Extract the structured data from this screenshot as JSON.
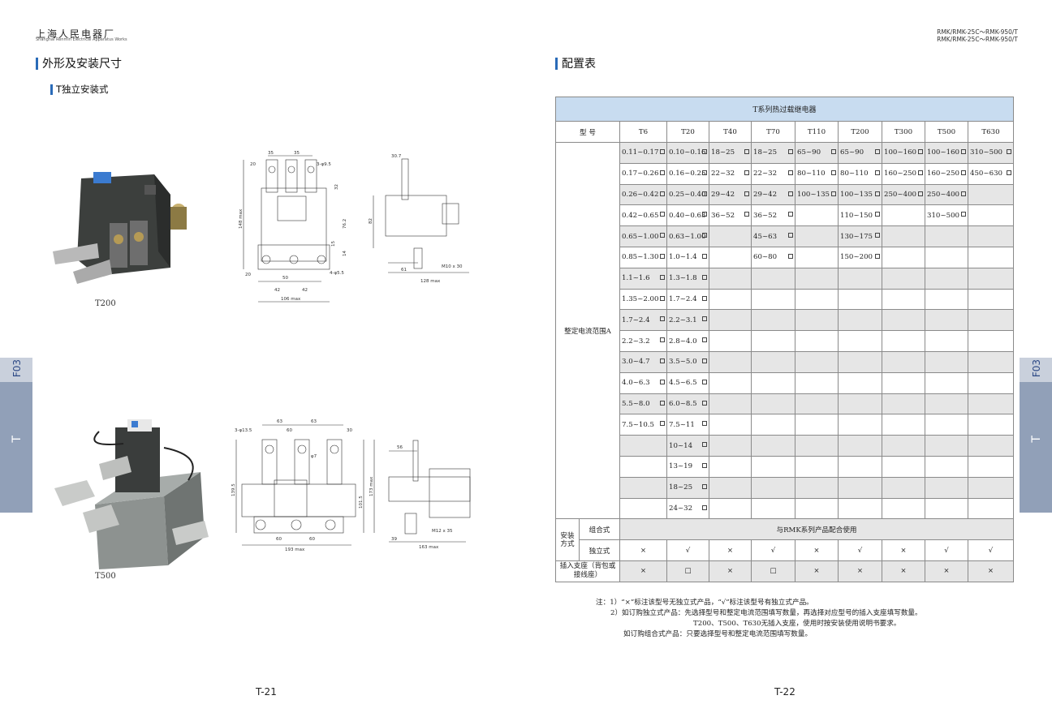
{
  "company": {
    "name_cn": "上海人民电器厂",
    "name_en": "Shanghai Renmin Electrical Apparatus Works"
  },
  "header_right": {
    "line1": "RMK/RMK-25C～RMK-950/T",
    "line2": "RMK/RMK-25C～RMK-950/T"
  },
  "left": {
    "section_title": "外形及安装尺寸",
    "sub_title": "T独立安装式",
    "product_t200": "T200",
    "product_t500": "T500",
    "page_no": "T-21"
  },
  "side_tab": {
    "code": "F03",
    "letter": "T"
  },
  "dims_t200": {
    "front": [
      "20",
      "35",
      "35",
      "3-φ9.5",
      "32",
      "148 max",
      "76.2",
      "15",
      "14",
      "20",
      "50",
      "42",
      "42",
      "4-φ5.5",
      "106 max"
    ],
    "side": [
      "30.7",
      "82",
      "61",
      "M10 x 30",
      "128 max"
    ]
  },
  "dims_t500": {
    "front": [
      "63",
      "63",
      "3-φ13.5",
      "60",
      "30",
      "φ7",
      "139.5",
      "101.5",
      "173 max",
      "60",
      "60",
      "193 max"
    ],
    "side": [
      "56",
      "39",
      "M12 x 35",
      "163 max"
    ]
  },
  "right": {
    "section_title": "配置表",
    "page_no": "T-22",
    "table": {
      "title": "T系列热过载继电器",
      "model_label": "型 号",
      "models": [
        "T6",
        "T20",
        "T40",
        "T70",
        "T110",
        "T200",
        "T300",
        "T500",
        "T630"
      ],
      "range_label": "整定电流范围A",
      "rows": [
        [
          "0.11~0.17",
          "0.10~0.16",
          "18~25",
          "18~25",
          "65~90",
          "65~90",
          "100~160",
          "100~160",
          "310~500"
        ],
        [
          "0.17~0.26",
          "0.16~0.25",
          "22~32",
          "22~32",
          "80~110",
          "80~110",
          "160~250",
          "160~250",
          "450~630"
        ],
        [
          "0.26~0.42",
          "0.25~0.40",
          "29~42",
          "29~42",
          "100~135",
          "100~135",
          "250~400",
          "250~400",
          ""
        ],
        [
          "0.42~0.65",
          "0.40~0.63",
          "36~52",
          "36~52",
          "",
          "110~150",
          "",
          "310~500",
          ""
        ],
        [
          "0.65~1.00",
          "0.63~1.00",
          "",
          "45~63",
          "",
          "130~175",
          "",
          "",
          ""
        ],
        [
          "0.85~1.30",
          "1.0~1.4",
          "",
          "60~80",
          "",
          "150~200",
          "",
          "",
          ""
        ],
        [
          "1.1~1.6",
          "1.3~1.8",
          "",
          "",
          "",
          "",
          "",
          "",
          ""
        ],
        [
          "1.35~2.00",
          "1.7~2.4",
          "",
          "",
          "",
          "",
          "",
          "",
          ""
        ],
        [
          "1.7~2.4",
          "2.2~3.1",
          "",
          "",
          "",
          "",
          "",
          "",
          ""
        ],
        [
          "2.2~3.2",
          "2.8~4.0",
          "",
          "",
          "",
          "",
          "",
          "",
          ""
        ],
        [
          "3.0~4.7",
          "3.5~5.0",
          "",
          "",
          "",
          "",
          "",
          "",
          ""
        ],
        [
          "4.0~6.3",
          "4.5~6.5",
          "",
          "",
          "",
          "",
          "",
          "",
          ""
        ],
        [
          "5.5~8.0",
          "6.0~8.5",
          "",
          "",
          "",
          "",
          "",
          "",
          ""
        ],
        [
          "7.5~10.5",
          "7.5~11",
          "",
          "",
          "",
          "",
          "",
          "",
          ""
        ],
        [
          "",
          "10~14",
          "",
          "",
          "",
          "",
          "",
          "",
          ""
        ],
        [
          "",
          "13~19",
          "",
          "",
          "",
          "",
          "",
          "",
          ""
        ],
        [
          "",
          "18~25",
          "",
          "",
          "",
          "",
          "",
          "",
          ""
        ],
        [
          "",
          "24~32",
          "",
          "",
          "",
          "",
          "",
          "",
          ""
        ]
      ],
      "mount_label": "安装方式",
      "combo_label": "组合式",
      "combo_text": "与RMK系列产品配合使用",
      "standalone_label": "独立式",
      "standalone": [
        "×",
        "√",
        "×",
        "√",
        "×",
        "√",
        "×",
        "√",
        "√"
      ],
      "socket_label": "插入支座（背包或接线座）",
      "socket": [
        "×",
        "□",
        "×",
        "□",
        "×",
        "×",
        "×",
        "×",
        "×"
      ]
    },
    "notes": [
      "注：1）“×”标注该型号无独立式产品，“√”标注该型号有独立式产品。",
      "2）如订购独立式产品：先选择型号和整定电流范围填写数量，再选择对应型号的插入支座填写数量。",
      "T200、T500、T630无插入支座，使用时按安装使用说明书要求。",
      "如订购组合式产品：只要选择型号和整定电流范围填写数量。"
    ]
  }
}
